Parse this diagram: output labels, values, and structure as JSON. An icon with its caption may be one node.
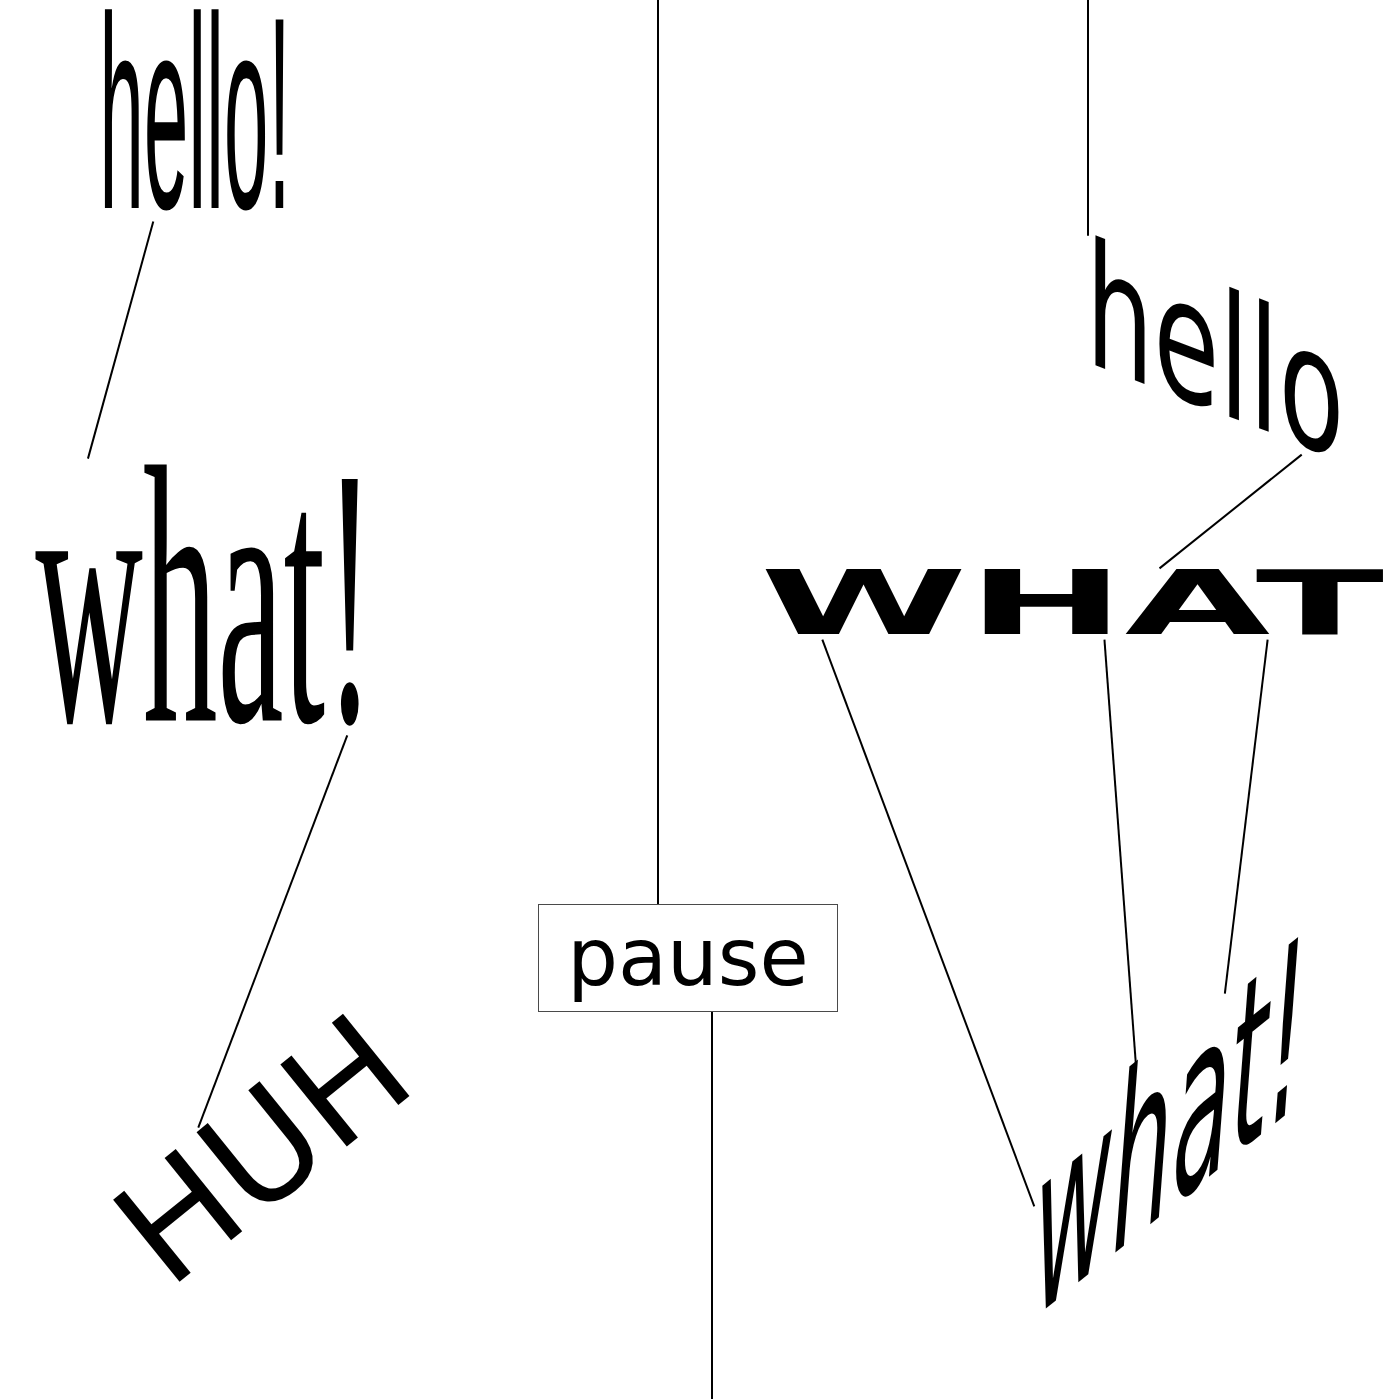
{
  "diagram": {
    "nodes": [
      {
        "text": [
          "hello!"
        ]
      },
      {
        "text": [
          "what!"
        ]
      },
      {
        "text": [
          "HUH"
        ]
      },
      {
        "text": [
          "pause"
        ]
      },
      {
        "text": [
          "hello"
        ]
      },
      {
        "text": [
          "WHAT"
        ]
      },
      {
        "text": [
          "what!"
        ]
      }
    ],
    "edges": [
      {
        "from": 0,
        "to": 1,
        "arrow": "none"
      },
      {
        "from": 1,
        "to": 2,
        "arrow": "none"
      },
      {
        "from": null,
        "to": 3,
        "arrow": "none"
      },
      {
        "from": 3,
        "to": null,
        "arrow": "none"
      },
      {
        "from": null,
        "to": 4,
        "arrow": "none"
      },
      {
        "from": 4,
        "to": 5,
        "arrow": "none"
      },
      {
        "from": 5,
        "to": 6,
        "arrow": "none"
      },
      {
        "from": 5,
        "to": 6,
        "arrow": "none"
      },
      {
        "from": 5,
        "to": 6,
        "arrow": "none"
      }
    ]
  }
}
